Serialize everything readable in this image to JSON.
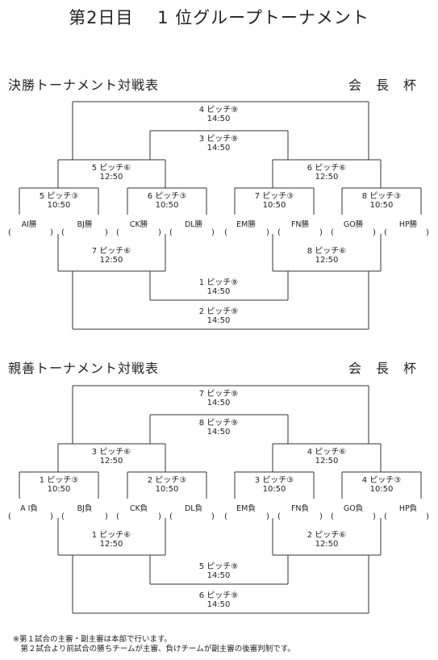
{
  "title": "第2日目　 1 位グループトーナメント",
  "cup_label": [
    "会",
    "長",
    "杯"
  ],
  "brackets": [
    {
      "title": "決勝トーナメント対戦表",
      "top": [
        {
          "pitch": "4 ピッチ⑨",
          "time": "14:50"
        },
        {
          "pitch": "3 ピッチ⑨",
          "time": "14:50"
        },
        {
          "pitch": "5 ピッチ⑥",
          "time": "12:50"
        },
        {
          "pitch": "6 ピッチ⑥",
          "time": "12:50"
        }
      ],
      "first_round": [
        {
          "pitch": "5 ピッチ③",
          "time": "10:50"
        },
        {
          "pitch": "6 ピッチ③",
          "time": "10:50"
        },
        {
          "pitch": "7 ピッチ③",
          "time": "10:50"
        },
        {
          "pitch": "8 ピッチ③",
          "time": "10:50"
        }
      ],
      "teams": [
        "AI勝",
        "BJ勝",
        "CK勝",
        "DL勝",
        "EM勝",
        "FN勝",
        "GO勝",
        "HP勝"
      ],
      "bottom": [
        {
          "pitch": "7 ピッチ⑥",
          "time": "12:50"
        },
        {
          "pitch": "8 ピッチ⑥",
          "time": "12:50"
        },
        {
          "pitch": "1 ピッチ⑨",
          "time": "14:50"
        },
        {
          "pitch": "2 ピッチ⑨",
          "time": "14:50"
        }
      ]
    },
    {
      "title": "親善トーナメント対戦表",
      "top": [
        {
          "pitch": "7 ピッチ⑨",
          "time": "14:50"
        },
        {
          "pitch": "8 ピッチ⑨",
          "time": "14:50"
        },
        {
          "pitch": "3 ピッチ⑥",
          "time": "12:50"
        },
        {
          "pitch": "4 ピッチ⑥",
          "time": "12:50"
        }
      ],
      "first_round": [
        {
          "pitch": "1 ピッチ③",
          "time": "10:50"
        },
        {
          "pitch": "2 ピッチ③",
          "time": "10:50"
        },
        {
          "pitch": "3 ピッチ③",
          "time": "10:50"
        },
        {
          "pitch": "4 ピッチ③",
          "time": "10:50"
        }
      ],
      "teams": [
        "A I負",
        "BJ負",
        "CK負",
        "DL負",
        "EM負",
        "FN負",
        "GO負",
        "HP負"
      ],
      "bottom": [
        {
          "pitch": "1 ピッチ⑥",
          "time": "12:50"
        },
        {
          "pitch": "2 ピッチ⑥",
          "time": "12:50"
        },
        {
          "pitch": "5 ピッチ⑨",
          "time": "14:50"
        },
        {
          "pitch": "6 ピッチ⑨",
          "time": "14:50"
        }
      ]
    }
  ],
  "paren_open": "(",
  "paren_close": ")",
  "notes": [
    "※第１試合の主審・副主審は本部で行います。",
    "　第２試合より前試合の勝ちチームが主審、負けチームが副主審の後審判制です。"
  ]
}
